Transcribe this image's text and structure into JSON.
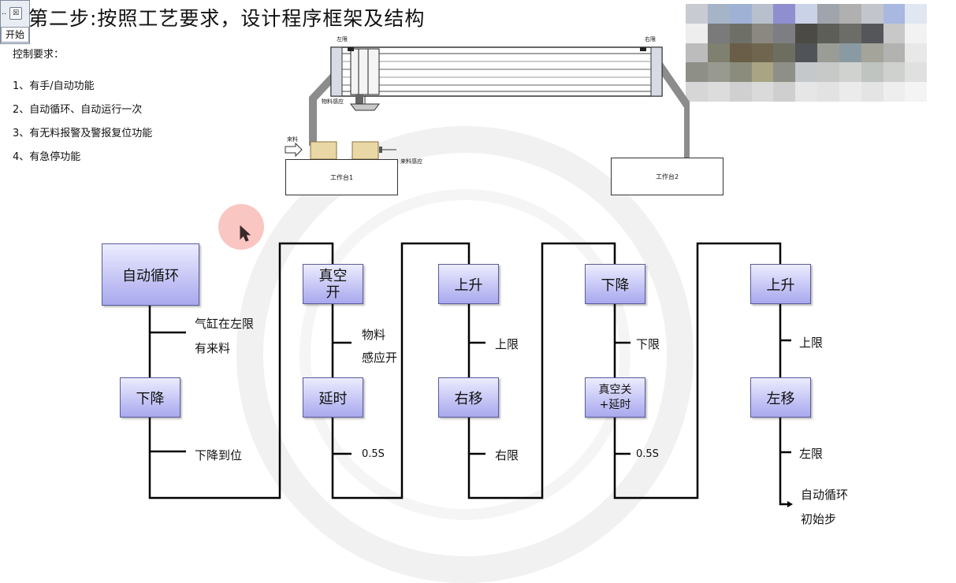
{
  "slide": {
    "title": "第二步:按照工艺要求，设计程序框架及结构",
    "requirements_heading": "控制要求：",
    "requirements": [
      "1、有手/自动功能",
      "2、自动循环、自动运行一次",
      "3、有无料报警及警报复位功能",
      "4、有急停功能"
    ]
  },
  "mini_panel": {
    "dots": "..",
    "close_symbol": "☒",
    "start_label": "开始"
  },
  "machine": {
    "left_limit": "左限",
    "right_limit": "右限",
    "material_sensor": "物料感应",
    "incoming": "来料",
    "incoming_sensor": "来料感应",
    "station1": "工作台1",
    "station2": "工作台2"
  },
  "flow": {
    "steps": {
      "auto_cycle": "自动循环",
      "down1": "下降",
      "vacuum_on": "真空开",
      "delay1": "延时",
      "up1": "上升",
      "move_right": "右移",
      "down2": "下降",
      "vacuum_off_delay": "真空关+延时",
      "up2": "上升",
      "move_left": "左移"
    },
    "transitions": {
      "t1a": "气缸在左限",
      "t1b": "有来料",
      "t2": "下降到位",
      "t3a": "物料",
      "t3b": "感应开",
      "t4": "0.5S",
      "t5": "上限",
      "t6": "右限",
      "t7": "下限",
      "t8": "0.5S",
      "t9": "上限",
      "t10": "左限",
      "end_a": "自动循环",
      "end_b": "初始步"
    }
  },
  "colors": {
    "step_box_top": "#ececff",
    "step_box_bottom": "#a8a8ee",
    "step_box_border": "#5a5a9c",
    "cursor_halo": "#f7b3ad"
  },
  "mosaic_colors": [
    "#c8ccd2",
    "#a6b4c8",
    "#9fb2d6",
    "#b7c0cc",
    "#8f8fd0",
    "#c9d2e6",
    "#a0a4ac",
    "#b0b0b0",
    "#c2c6cc",
    "#a8b8e0",
    "#e0e6f2",
    "#ffffff",
    "#eeeeee",
    "#7a7a7a",
    "#6e7068",
    "#8a8880",
    "#7c7e84",
    "#4c4a44",
    "#5e5e58",
    "#6c6c68",
    "#55565a",
    "#c8c8c8",
    "#f2f2f2",
    "#ffffff",
    "#bcbcbc",
    "#7f8070",
    "#6a5e48",
    "#706650",
    "#6e6e60",
    "#505458",
    "#9a9c96",
    "#8a9aa2",
    "#a4a49a",
    "#b2b2b0",
    "#e8e8e8",
    "#ffffff",
    "#8e9088",
    "#989a90",
    "#8c8c7c",
    "#a8a484",
    "#8e9088",
    "#c4c8ca",
    "#c6c9c8",
    "#d0d2d0",
    "#bfc4c0",
    "#cfd1cf",
    "#e0e0e0",
    "#ffffff",
    "#d6d6d6",
    "#dcdcdc",
    "#d0d0d0",
    "#dadada",
    "#cfcfcf",
    "#e6e6e6",
    "#e2e2e2",
    "#ebebeb",
    "#e4e4e4",
    "#eeeeee",
    "#f4f4f4",
    "#ffffff"
  ]
}
